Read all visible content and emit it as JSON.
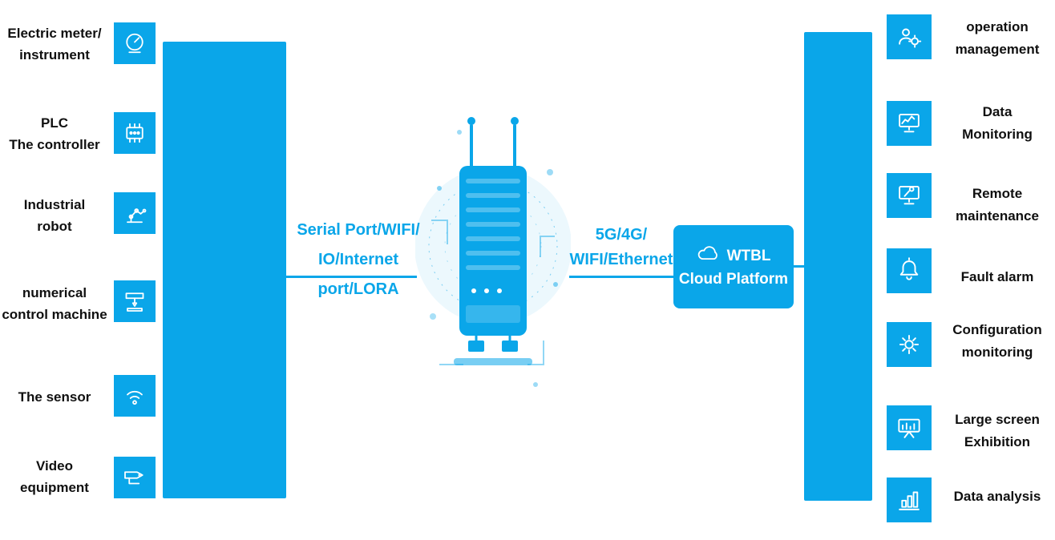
{
  "diagram": {
    "title": "IoT gateway architecture",
    "colors": {
      "accent": "#0aa6e9",
      "label_text": "#101010",
      "cloud_box_text": "#ffffff",
      "background": "#ffffff"
    },
    "left_devices": [
      {
        "line1": "Electric meter/",
        "line2": "instrument",
        "icon": "electric-meter-icon"
      },
      {
        "line1": "PLC",
        "line2": "The controller",
        "icon": "plc-icon"
      },
      {
        "line1": "Industrial",
        "line2": "robot",
        "icon": "industrial-robot-icon"
      },
      {
        "line1": "numerical",
        "line2": "control machine",
        "icon": "cnc-machine-icon"
      },
      {
        "line1": "The sensor",
        "icon": "sensor-icon"
      },
      {
        "line1": "Video",
        "line2": "equipment",
        "icon": "video-camera-icon"
      }
    ],
    "left_link": {
      "line1": "Serial Port/WIFI/",
      "line2": "IO/Internet port/LORA"
    },
    "right_link": {
      "line1": "5G/4G/",
      "line2": "WIFI/Ethernet"
    },
    "cloud_box": {
      "line1": "WTBL",
      "line2": "Cloud Platform",
      "icon": "cloud-icon"
    },
    "right_functions": [
      {
        "line1": "operation",
        "line2": "management",
        "icon": "operation-management-icon"
      },
      {
        "line1": "Data",
        "line2": "Monitoring",
        "icon": "data-monitoring-icon"
      },
      {
        "line1": "Remote",
        "line2": "maintenance",
        "icon": "remote-maintenance-icon"
      },
      {
        "line1": "Fault alarm",
        "icon": "fault-alarm-icon"
      },
      {
        "line1": "Configuration",
        "line2": "monitoring",
        "icon": "configuration-monitoring-icon"
      },
      {
        "line1": "Large screen",
        "line2": "Exhibition",
        "icon": "large-screen-icon"
      },
      {
        "line1": "Data analysis",
        "icon": "data-analysis-icon"
      }
    ]
  }
}
